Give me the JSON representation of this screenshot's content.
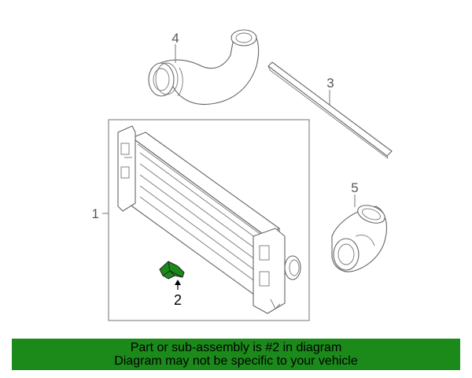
{
  "diagram": {
    "callouts": {
      "part_1": "1",
      "part_2": "2",
      "part_3": "3",
      "part_4": "4",
      "part_5": "5"
    },
    "highlight_color": "#1b8a1b"
  },
  "banner": {
    "line1": "Part or sub-assembly is #2 in diagram",
    "line2": "Diagram may not be specific to your vehicle",
    "background": "#1b8a1b"
  }
}
